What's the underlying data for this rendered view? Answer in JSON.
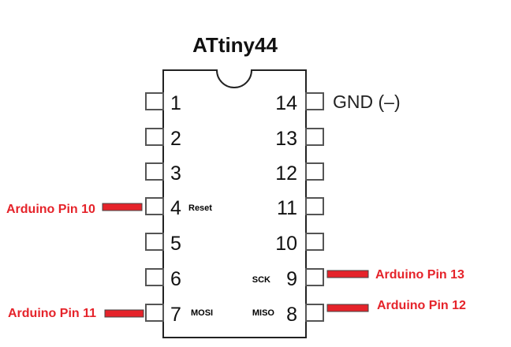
{
  "title": "ATtiny44",
  "left_pins": [
    "1",
    "2",
    "3",
    "4",
    "5",
    "6",
    "7"
  ],
  "right_pins": [
    "14",
    "13",
    "12",
    "11",
    "10",
    "9",
    "8"
  ],
  "signals": {
    "pin4": "Reset",
    "pin7": "MOSI",
    "pin9": "SCK",
    "pin8": "MISO"
  },
  "gnd_label": "GND (–)",
  "connections": {
    "pin4": "Arduino Pin 10",
    "pin7": "Arduino Pin 11",
    "pin9": "Arduino Pin 13",
    "pin8": "Arduino Pin 12"
  },
  "colors": {
    "wire": "#e5232a"
  }
}
